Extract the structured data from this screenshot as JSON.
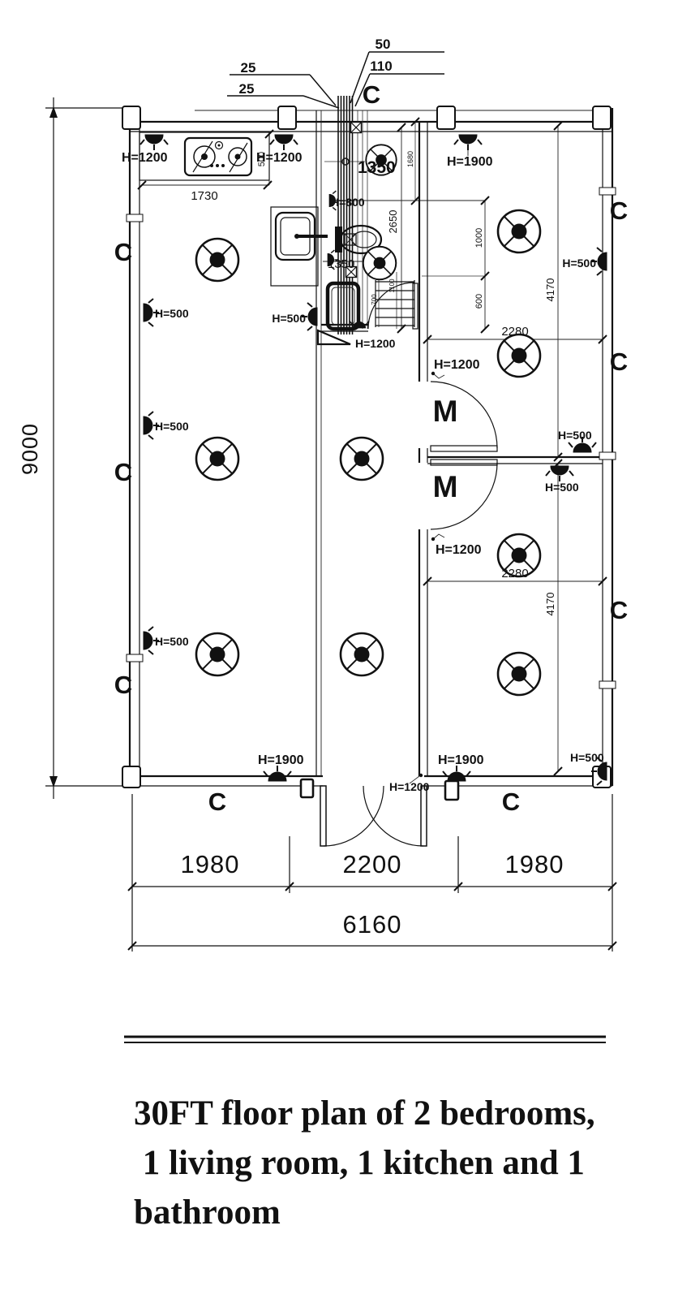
{
  "marks": {
    "corner": "C",
    "door": "M"
  },
  "heights": {
    "h500": "H=500",
    "h800": "H=800",
    "h1200": "H=1200",
    "h1900": "H=1900"
  },
  "callouts": {
    "c25a": "25",
    "c25b": "25",
    "c50": "50",
    "c110": "110"
  },
  "dims": {
    "counter_width": "1730",
    "counter_depth": "500",
    "bath_height": "2650",
    "bath_top": "1680",
    "bath_light_a": "1350",
    "bath_light_b": "1350",
    "seg_1000": "1000",
    "seg_600": "600",
    "door_1100": "1100",
    "door_700": "700",
    "bedroom_depth": "4170",
    "bedroom_width": "2280",
    "bottom_segments": [
      "1980",
      "2200",
      "1980"
    ],
    "bottom_total": "6160",
    "side_total": "9000"
  },
  "title": {
    "line1": "30FT floor plan of 2 bedrooms,",
    "line2": " 1 living room, 1 kitchen and 1",
    "line3": "bathroom"
  }
}
